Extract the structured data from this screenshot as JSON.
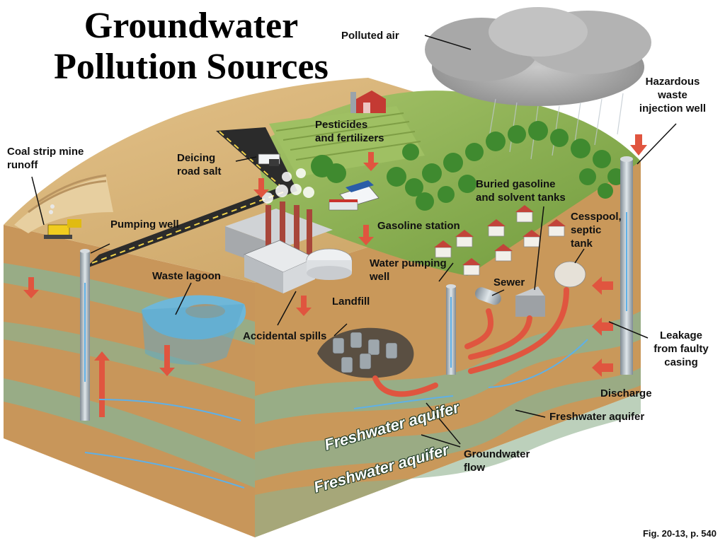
{
  "title_line1": "Groundwater",
  "title_line2": "Pollution Sources",
  "labels": {
    "polluted_air": "Polluted air",
    "hazardous_waste": [
      "Hazardous",
      "waste",
      "injection well"
    ],
    "coal_strip": [
      "Coal strip mine",
      "runoff"
    ],
    "deicing": [
      "Deicing",
      "road salt"
    ],
    "pesticides": [
      "Pesticides",
      "and fertilizers"
    ],
    "buried_tanks": [
      "Buried gasoline",
      "and solvent tanks"
    ],
    "cesspool": [
      "Cesspool,",
      "septic",
      "tank"
    ],
    "pumping_well": "Pumping well",
    "gasoline_station": "Gasoline station",
    "water_pumping_well": [
      "Water pumping",
      "well"
    ],
    "waste_lagoon": "Waste lagoon",
    "sewer": "Sewer",
    "landfill": "Landfill",
    "accidental_spills": "Accidental spills",
    "leakage": [
      "Leakage",
      "from faulty",
      "casing"
    ],
    "discharge": "Discharge",
    "freshwater_aquifer": "Freshwater aquifer",
    "groundwater_flow": [
      "Groundwater",
      "flow"
    ]
  },
  "aquifer_text": [
    "Freshwater aquifer",
    "Freshwater aquifer"
  ],
  "figure_ref": "Fig. 20-13, p. 540",
  "colors": {
    "land_top": "#c9a76a",
    "grass": "#8bb050",
    "soil_side": "#c99a55",
    "aquifer_band": "#8fb08e",
    "arrow": "#e0553f",
    "water": "#6fb7d8",
    "cloud": "#9a9a9a"
  }
}
